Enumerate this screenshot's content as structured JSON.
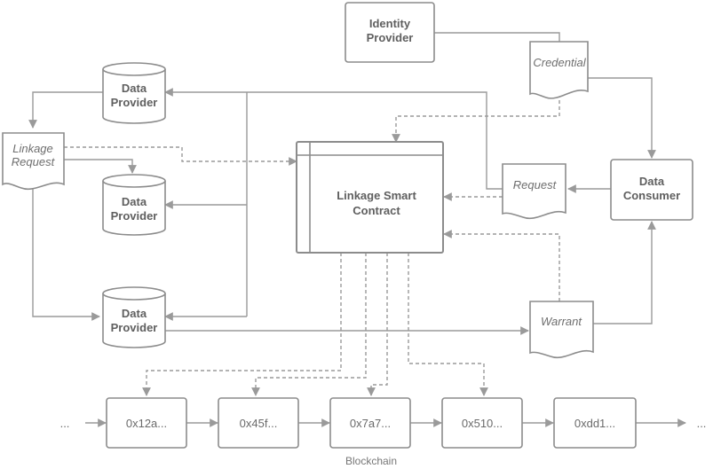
{
  "nodes": {
    "identity_provider": [
      "Identity",
      "Provider"
    ],
    "credential": "Credential",
    "data_provider_top": [
      "Data",
      "Provider"
    ],
    "data_provider_mid": [
      "Data",
      "Provider"
    ],
    "data_provider_bottom": [
      "Data",
      "Provider"
    ],
    "linkage_request": [
      "Linkage",
      "Request"
    ],
    "linkage_smart_contract": [
      "Linkage Smart",
      "Contract"
    ],
    "request": "Request",
    "data_consumer": [
      "Data",
      "Consumer"
    ],
    "warrant": "Warrant"
  },
  "blockchain": {
    "label": "Blockchain",
    "ellipsis": "...",
    "blocks": [
      "0x12a...",
      "0x45f...",
      "0x7a7...",
      "0x510...",
      "0xdd1..."
    ]
  }
}
